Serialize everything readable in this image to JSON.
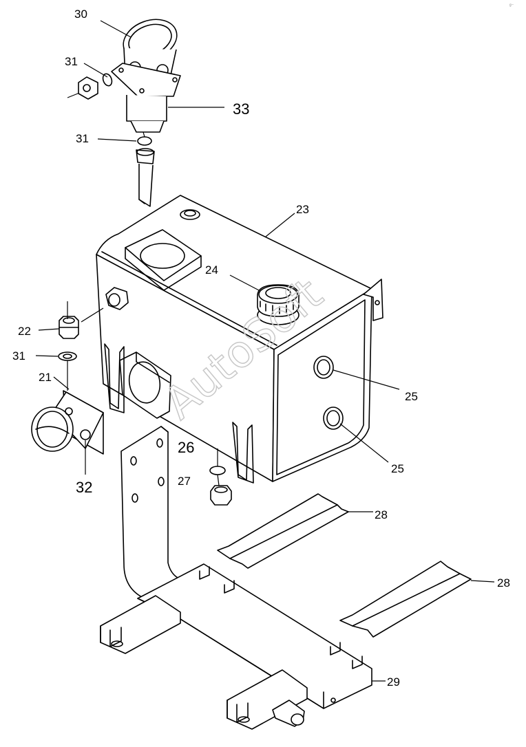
{
  "watermark": "AutoSoft",
  "corner_mark": "ᵍ⁻",
  "labels": {
    "p30": "30",
    "p31a": "31",
    "p33": "33",
    "p31b": "31",
    "p23": "23",
    "p24": "24",
    "p22": "22",
    "p31c": "31",
    "p21": "21",
    "p32": "32",
    "p25a": "25",
    "p25b": "25",
    "p26": "26",
    "p27": "27",
    "p28a": "28",
    "p28b": "28",
    "p29": "29"
  }
}
